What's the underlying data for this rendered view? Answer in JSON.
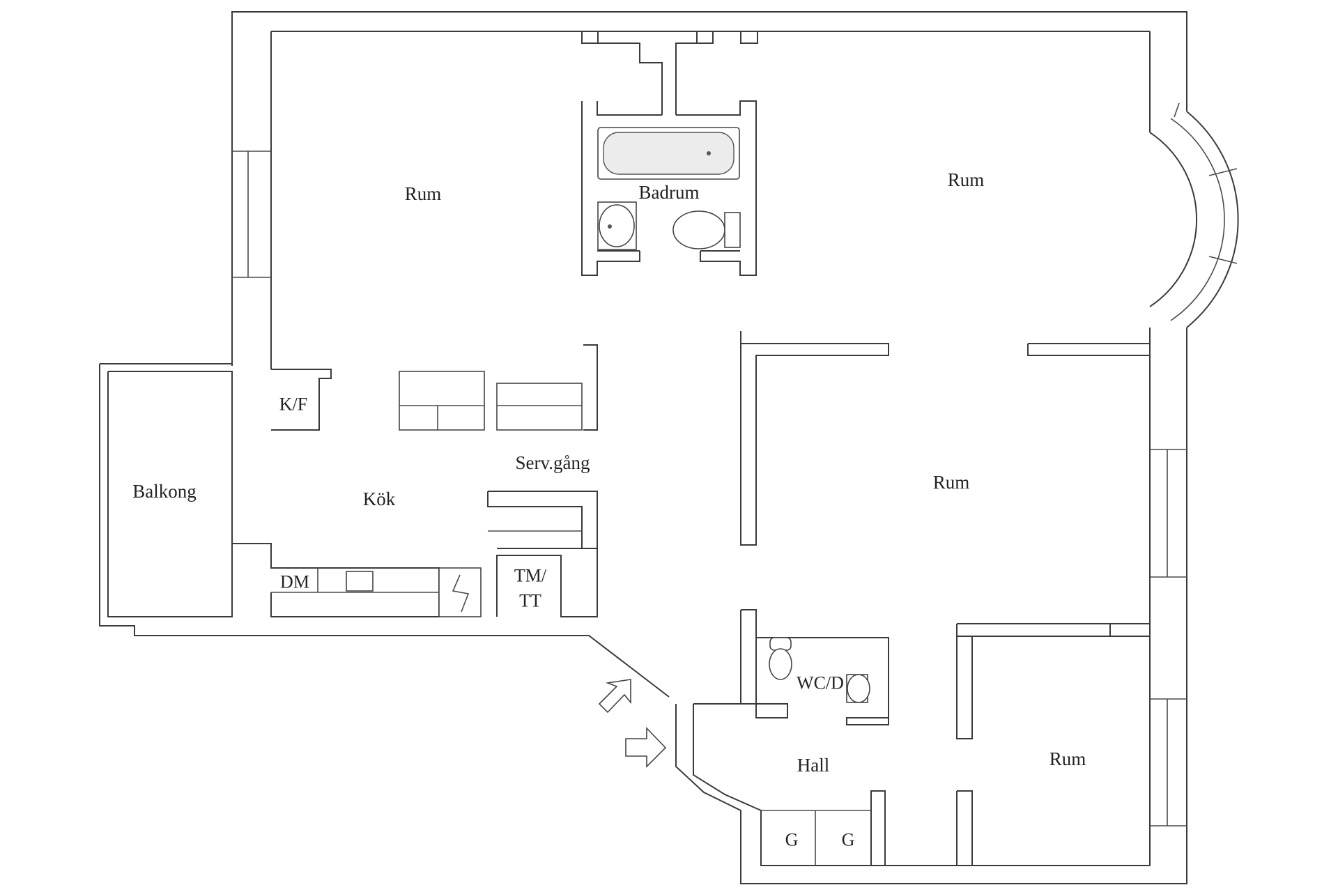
{
  "labels": {
    "rum_top_left": "Rum",
    "badrum": "Badrum",
    "rum_top_right": "Rum",
    "kf": "K/F",
    "balkong": "Balkong",
    "kok": "Kök",
    "servgang": "Serv.gång",
    "rum_middle": "Rum",
    "dm": "DM",
    "tm_tt_line1": "TM/",
    "tm_tt_line2": "TT",
    "wcd": "WC/D",
    "hall": "Hall",
    "rum_bottom_right": "Rum",
    "g_left": "G",
    "g_right": "G"
  },
  "icons": {
    "entrance_arrows": [
      "arrow-diagonal-icon",
      "arrow-right-icon"
    ],
    "fixtures": [
      "bathtub-icon",
      "sink-icon",
      "toilet-icon",
      "stove-icon"
    ]
  }
}
